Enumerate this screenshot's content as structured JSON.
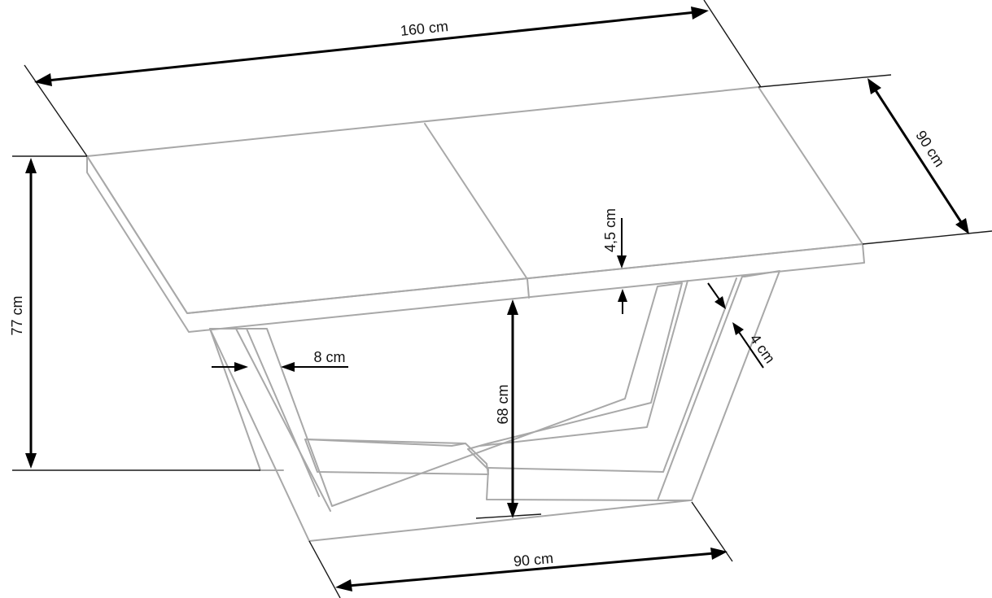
{
  "dimensions": {
    "length": "160 cm",
    "width": "90 cm",
    "total_height": "77 cm",
    "leg_height": "68 cm",
    "top_thickness": "4,5 cm",
    "leg_width": "8 cm",
    "frame_thickness": "4 cm",
    "base_width": "90 cm"
  },
  "colors": {
    "outline": "#a8a8a8",
    "dimension_line": "#000000",
    "background": "#ffffff"
  }
}
